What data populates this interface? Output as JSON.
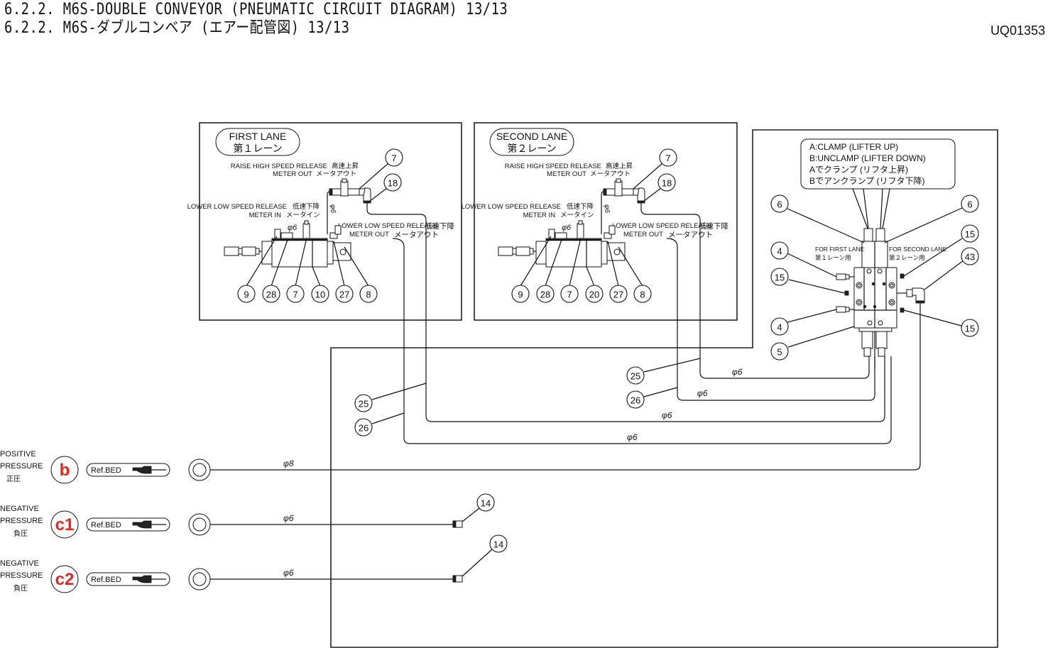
{
  "header": {
    "title_en": "6.2.2. M6S-DOUBLE CONVEYOR (PNEUMATIC CIRCUIT DIAGRAM) 13/13",
    "title_ja": "6.2.2. M6S-ダブルコンベア (エアー配管図) 13/13",
    "doc_code": "UQ01353"
  },
  "first_lane": {
    "name_en": "FIRST LANE",
    "name_ja": "第１レーン",
    "raise_en": "RAISE HIGH SPEED RELEASE",
    "raise_ja": "高速上昇",
    "raise_mode_en": "METER OUT",
    "raise_mode_ja": "メータアウト",
    "lower_in_en": "LOWER LOW SPEED RELEASE",
    "lower_in_ja": "低速下降",
    "lower_in_mode_en": "METER IN",
    "lower_in_mode_ja": "メータイン",
    "lower_out_en": "LOWER LOW SPEED RELEASE",
    "lower_out_ja": "低速下降",
    "lower_out_mode_en": "METER OUT",
    "lower_out_mode_ja": "メータアウト",
    "pipe_label": "φ6",
    "pipe_label_vertical": "φ6",
    "top_bubbles": [
      "7",
      "18"
    ],
    "bottom_bubbles": [
      "9",
      "28",
      "7",
      "10",
      "27",
      "8"
    ]
  },
  "second_lane": {
    "name_en": "SECOND LANE",
    "name_ja": "第２レーン",
    "raise_en": "RAISE HIGH SPEED RELEASE",
    "raise_ja": "高速上昇",
    "raise_mode_en": "METER OUT",
    "raise_mode_ja": "メータアウト",
    "lower_in_en": "LOWER LOW SPEED RELEASE",
    "lower_in_ja": "低速下降",
    "lower_in_mode_en": "METER IN",
    "lower_in_mode_ja": "メータイン",
    "lower_out_en": "LOWER LOW SPEED RELEASE",
    "lower_out_ja": "低速下降",
    "lower_out_mode_en": "METER OUT",
    "lower_out_mode_ja": "メータアウト",
    "pipe_label": "φ6",
    "pipe_label_vertical": "φ6",
    "top_bubbles": [
      "7",
      "18"
    ],
    "bottom_bubbles": [
      "9",
      "28",
      "7",
      "20",
      "27",
      "8"
    ]
  },
  "valve_unit": {
    "note_lines": [
      "A:CLAMP  (LIFTER UP)",
      "B:UNCLAMP  (LIFTER DOWN)",
      "Aでクランプ (リフタ上昇)",
      "Bでアンクランプ (リフタ下降)"
    ],
    "for_first_en": "FOR FIRST LANE",
    "for_first_ja": "第１レーン用",
    "for_second_en": "FOR SECOND LANE",
    "for_second_ja": "第２レーン用",
    "left_bubbles": [
      "6",
      "4",
      "15",
      "4",
      "5"
    ],
    "right_bubbles": [
      "6",
      "15",
      "43",
      "15"
    ]
  },
  "piping": {
    "lane_tubes": [
      {
        "bubble": "25",
        "label": "φ6"
      },
      {
        "bubble": "26",
        "label": "φ6"
      },
      {
        "bubble": "25",
        "label": "φ6"
      },
      {
        "bubble": "26",
        "label": "φ6"
      }
    ],
    "supply_lines": [
      {
        "pressure_en": [
          "POSITIVE",
          "PRESSURE"
        ],
        "pressure_ja": "正圧",
        "port": "b",
        "ref": "Ref.BED",
        "tube": "φ8",
        "end_bubble": ""
      },
      {
        "pressure_en": [
          "NEGATIVE",
          "PRESSURE"
        ],
        "pressure_ja": "負圧",
        "port": "c1",
        "ref": "Ref.BED",
        "tube": "φ6",
        "end_bubble": "14"
      },
      {
        "pressure_en": [
          "NEGATIVE",
          "PRESSURE"
        ],
        "pressure_ja": "負圧",
        "port": "c2",
        "ref": "Ref.BED",
        "tube": "φ6",
        "end_bubble": "14"
      }
    ]
  },
  "colors": {
    "line": "#111111",
    "port_label": "#e8241c",
    "background": "#ffffff"
  }
}
